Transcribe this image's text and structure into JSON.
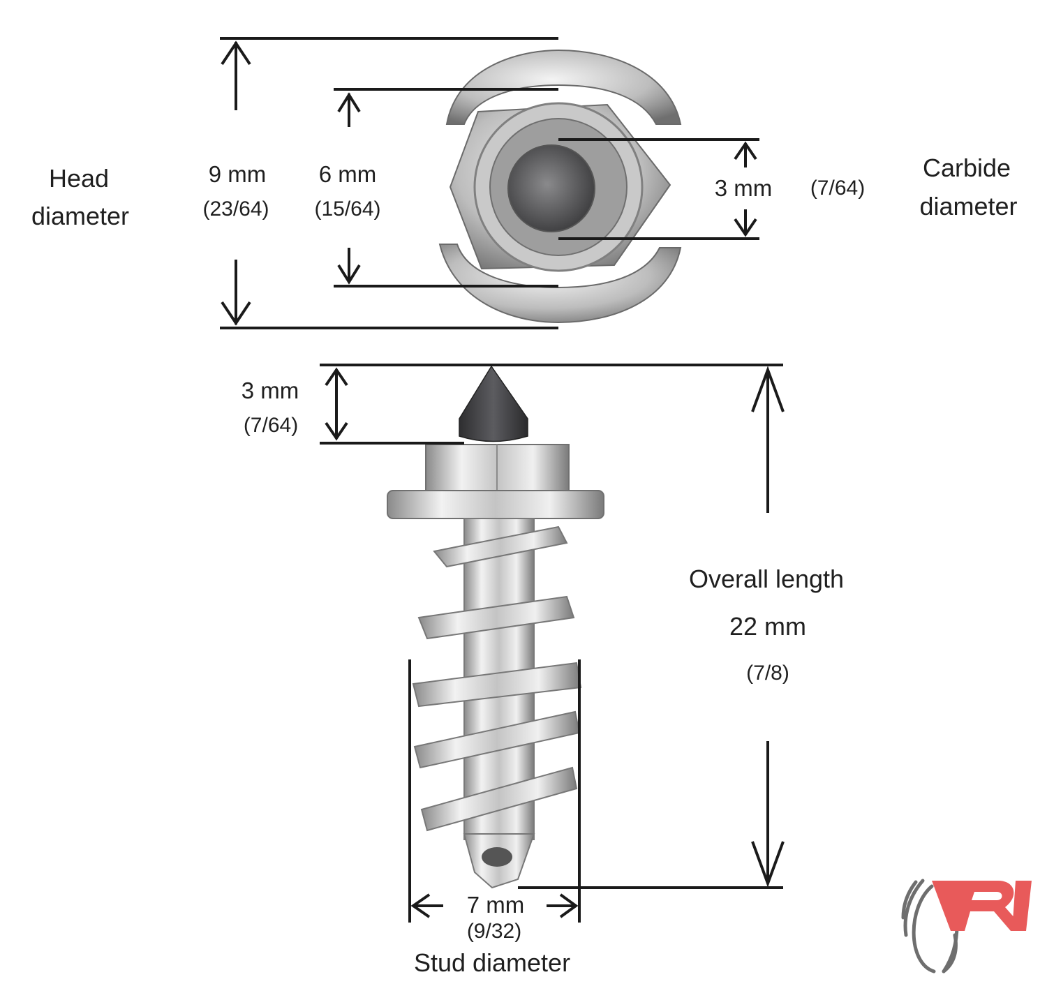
{
  "head": {
    "title_line1": "Head",
    "title_line2": "diameter",
    "value_mm": "9 mm",
    "value_in": "(23/64)"
  },
  "inner": {
    "value_mm": "6 mm",
    "value_in": "(15/64)"
  },
  "carbide": {
    "title_line1": "Carbide",
    "title_line2": "diameter",
    "value_mm": "3 mm",
    "value_in": "(7/64)"
  },
  "tip": {
    "value_mm": "3 mm",
    "value_in": "(7/64)"
  },
  "overall": {
    "title": "Overall length",
    "value_mm": "22 mm",
    "value_in": "(7/8)"
  },
  "stud": {
    "value_mm": "7 mm",
    "value_in": "(9/32)",
    "title": "Stud diameter"
  },
  "logo": {
    "text": "R1",
    "color_red": "#e85a5a",
    "color_gray": "#6e6e6e"
  },
  "colors": {
    "line": "#1a1a1a",
    "metal_light": "#e6e6e6",
    "metal_mid": "#b9b9b9",
    "metal_dark": "#7d7d7d",
    "carbide": "#3a3a3c"
  }
}
